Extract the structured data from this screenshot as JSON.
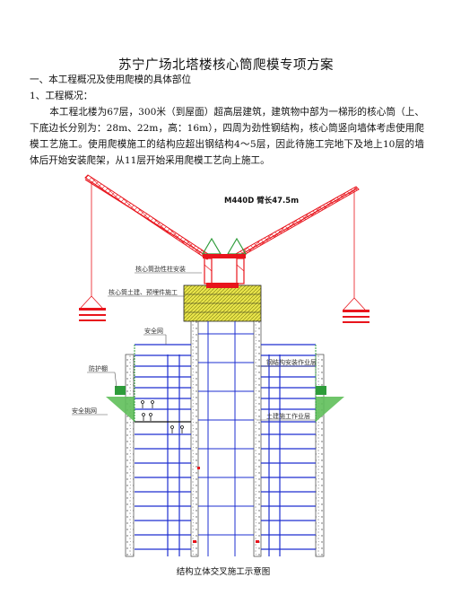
{
  "document": {
    "title": "苏宁广场北塔楼核心筒爬模专项方案",
    "heading1": "一、本工程概况及使用爬模的具体部位",
    "heading2": "1、工程概况：",
    "paragraph": "本工程北楼为67层，300米（到屋面）超高层建筑，建筑物中部为一梯形的核心筒（上、下底边长分别为：28m、22m，高：16m），四周为劲性钢结构，核心筒竖向墙体考虑使用爬模工艺施工。使用爬模施工的结构应超出钢结构4～5层，因此待施工完地下及地上10层的墙体后开始安装爬架，从11层开始采用爬模工艺向上施工。"
  },
  "diagram": {
    "crane_label": "M440D  臂长47.5m",
    "labels": {
      "steel_column": "核心筒劲性柱安装",
      "civil_embed": "核心筒土建、预埋件施工",
      "safety_net": "安全网",
      "steel_work_layer": "钢结构安装作业层",
      "guard_shed": "防护棚",
      "civil_work_layer": "土建施工作业层",
      "safety_flat_net": "安全挑网"
    },
    "caption": "结构立体交叉施工示意图",
    "colors": {
      "crane": "#e8141c",
      "floors": "#1e2fd0",
      "formwork": "#d6d23a",
      "netting": "#2e9c3a"
    }
  }
}
